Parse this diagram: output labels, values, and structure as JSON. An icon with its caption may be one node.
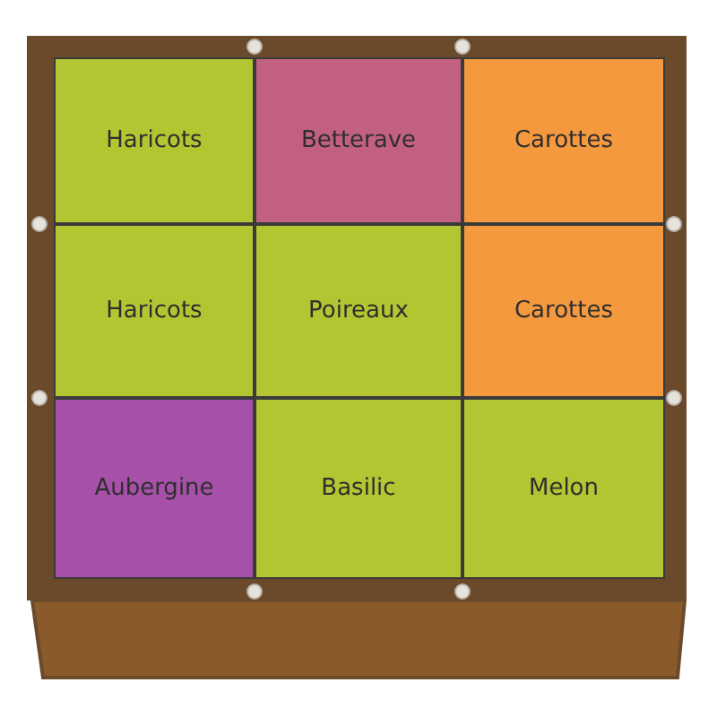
{
  "diagram": {
    "nodes": [
      {
        "text": [
          "Haricots"
        ]
      },
      {
        "text": [
          "Betterave"
        ]
      },
      {
        "text": [
          "Carottes"
        ]
      },
      {
        "text": [
          "Haricots"
        ]
      },
      {
        "text": [
          "Poireaux"
        ]
      },
      {
        "text": [
          "Carottes"
        ]
      },
      {
        "text": [
          "Aubergine"
        ]
      },
      {
        "text": [
          "Basilic"
        ]
      },
      {
        "text": [
          "Melon"
        ]
      }
    ]
  }
}
